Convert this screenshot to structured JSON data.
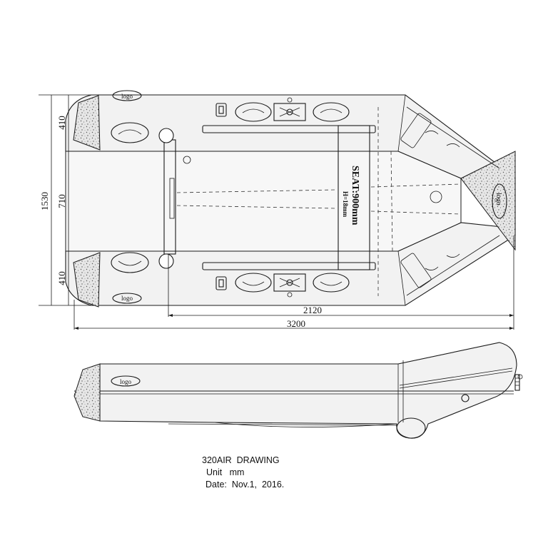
{
  "dimensions": {
    "total_width": "1530",
    "tube_top": "410",
    "center": "710",
    "tube_bottom": "410",
    "floor_length": "2120",
    "total_length": "3200"
  },
  "seat": {
    "label": "SEAT:900mm",
    "thickness": "H=18mm"
  },
  "logo_text": "logo",
  "info": {
    "model": "320AIR  DRAWING",
    "unit": "Unit   mm",
    "date": "Date:  Nov.1,  2016."
  }
}
